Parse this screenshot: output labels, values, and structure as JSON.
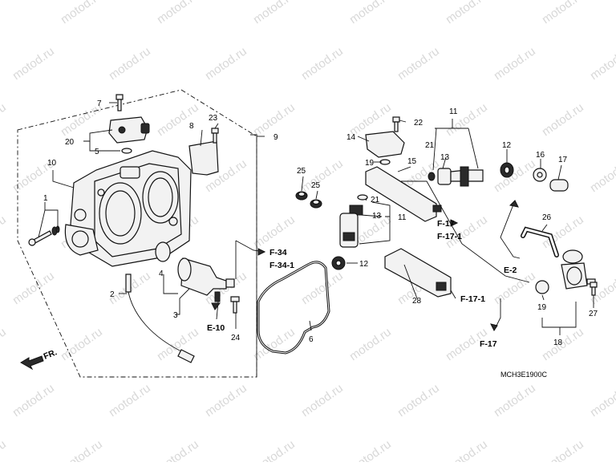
{
  "watermark": "motod.ru",
  "diagram_code": "MCH3E1900C",
  "front_label": "FR.",
  "callouts": {
    "c1": "1",
    "c2": "2",
    "c3": "3",
    "c4": "4",
    "c5": "5",
    "c6": "6",
    "c7": "7",
    "c8": "8",
    "c9": "9",
    "c10": "10",
    "c11a": "11",
    "c11b": "11",
    "c12a": "12",
    "c12b": "12",
    "c13a": "13",
    "c13b": "13",
    "c14": "14",
    "c15": "15",
    "c16": "16",
    "c17": "17",
    "c18": "18",
    "c19a": "19",
    "c19b": "19",
    "c20": "20",
    "c21a": "21",
    "c21b": "21",
    "c22": "22",
    "c23": "23",
    "c24": "24",
    "c25a": "25",
    "c25b": "25",
    "c26": "26",
    "c27": "27",
    "c28": "28"
  },
  "refs": {
    "r_f34": "F-34",
    "r_f34_1": "F-34-1",
    "r_e10": "E-10",
    "r_f17a": "F-17",
    "r_f17_1a": "F-17-1",
    "r_e2": "E-2",
    "r_f17_1b": "F-17-1",
    "r_f17b": "F-17"
  },
  "colors": {
    "line": "#111111",
    "watermark": "#b8b8b8",
    "background": "#ffffff"
  }
}
